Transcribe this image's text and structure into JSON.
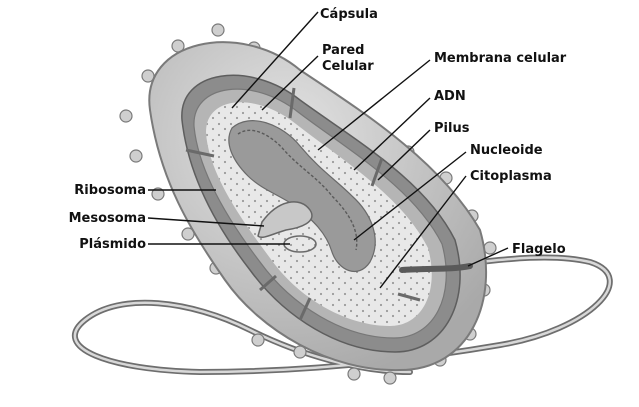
{
  "labels": {
    "capsula": "Cápsula",
    "pared_line1": "Pared",
    "pared_line2": "Celular",
    "membrana": "Membrana celular",
    "adn": "ADN",
    "pilus": "Pilus",
    "nucleoide": "Nucleoide",
    "citoplasma": "Citoplasma",
    "flagelo": "Flagelo",
    "ribosoma": "Ribosoma",
    "mesosoma": "Mesosoma",
    "plasmido": "Plásmido"
  },
  "colors": {
    "capsule": "#c6c6c6",
    "capsule_edge": "#7a7a7a",
    "wall": "#8c8c8c",
    "membrane": "#b0b0b0",
    "cytoplasm": "#e6e6e6",
    "nucleoid": "#9a9a9a",
    "flagellum": "#6e6e6e",
    "text": "#111111"
  }
}
